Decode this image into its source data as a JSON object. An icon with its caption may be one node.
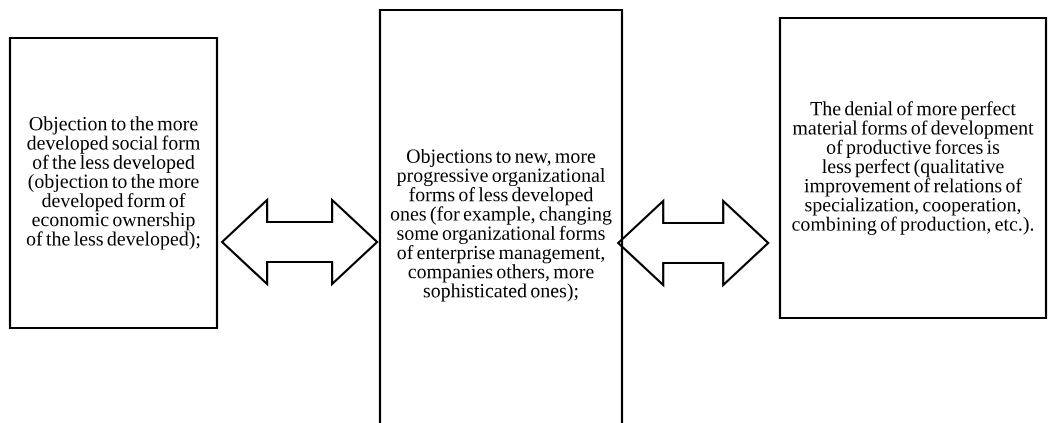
{
  "diagram": {
    "nodes": [
      {
        "text": [
          "Objection to the more developed social form of the less developed (objection to the more developed form of economic ownership of the less developed);"
        ]
      },
      {
        "text": [
          "Objections to new, more progressive organizational forms of less developed ones (for example, changing some organizational forms of enterprise management, companies others, more sophisticated ones);"
        ]
      },
      {
        "text": [
          "The denial of more perfect material forms of development of productive forces is less perfect (qualitative improvement of relations of specialization, cooperation, combining of production, etc.)."
        ]
      }
    ],
    "edges": [
      {
        "from": 0,
        "to": 1,
        "arrow": "both"
      },
      {
        "from": 1,
        "to": 2,
        "arrow": "both"
      }
    ]
  }
}
